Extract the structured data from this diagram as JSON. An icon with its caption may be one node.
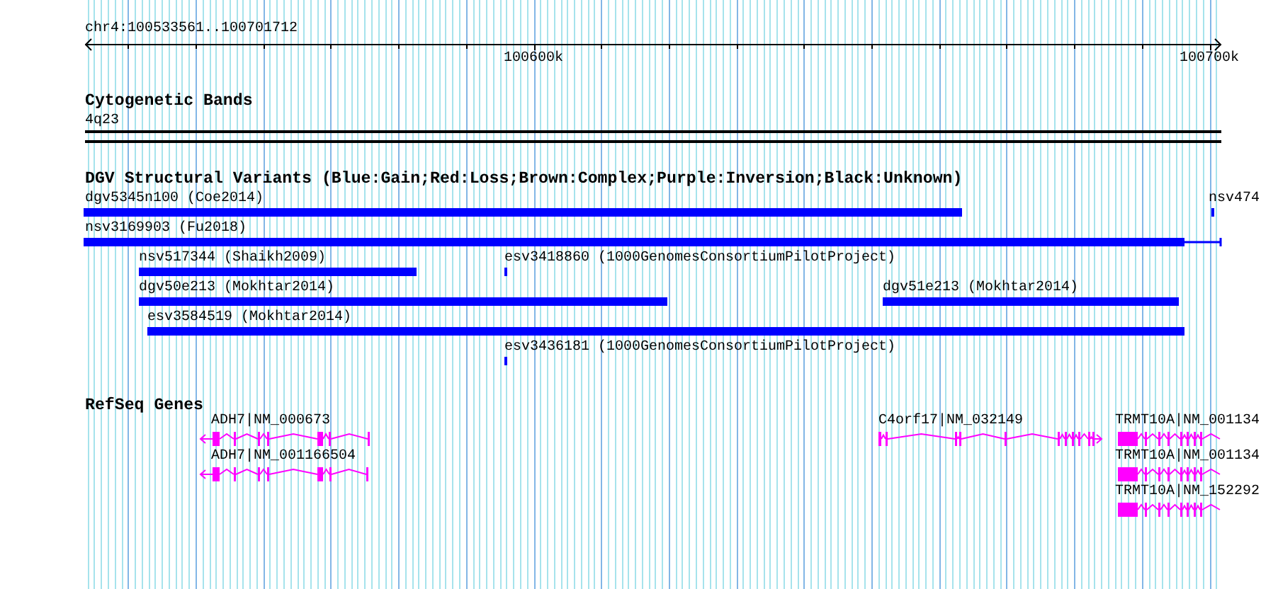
{
  "diagram": {
    "nodes": [
      {
        "text": [
          "4q23"
        ]
      },
      {
        "text": [
          "dgv5345n100 (Coe2014)"
        ]
      },
      {
        "text": [
          "nsv474"
        ]
      },
      {
        "text": [
          "nsv3169903 (Fu2018)"
        ]
      },
      {
        "text": [
          "nsv517344 (Shaikh2009)"
        ]
      },
      {
        "text": [
          "esv3418860 (1000GenomesConsortiumPilotProject)"
        ]
      },
      {
        "text": [
          "dgv50e213 (Mokhtar2014)"
        ]
      },
      {
        "text": [
          "dgv51e213 (Mokhtar2014)"
        ]
      },
      {
        "text": [
          "esv3584519 (Mokhtar2014)"
        ]
      },
      {
        "text": [
          "esv3436181 (1000GenomesConsortiumPilotProject)"
        ]
      },
      {
        "text": [
          "ADH7|NM_000673"
        ]
      },
      {
        "text": [
          "C4orf17|NM_032149"
        ]
      },
      {
        "text": [
          "TRMT10A|NM_001134"
        ]
      },
      {
        "text": [
          "ADH7|NM_001166504"
        ]
      },
      {
        "text": [
          "TRMT10A|NM_001134"
        ]
      },
      {
        "text": [
          "TRMT10A|NM_152292"
        ]
      }
    ],
    "labels": [
      "chr4:100533561..100701712",
      "100600k",
      "100700k",
      "Cytogenetic Bands",
      "DGV Structural Variants (Blue:Gain;Red:Loss;Brown:Complex;Purple:Inversion;Black:Unknown)",
      "RefSeq Genes"
    ]
  }
}
